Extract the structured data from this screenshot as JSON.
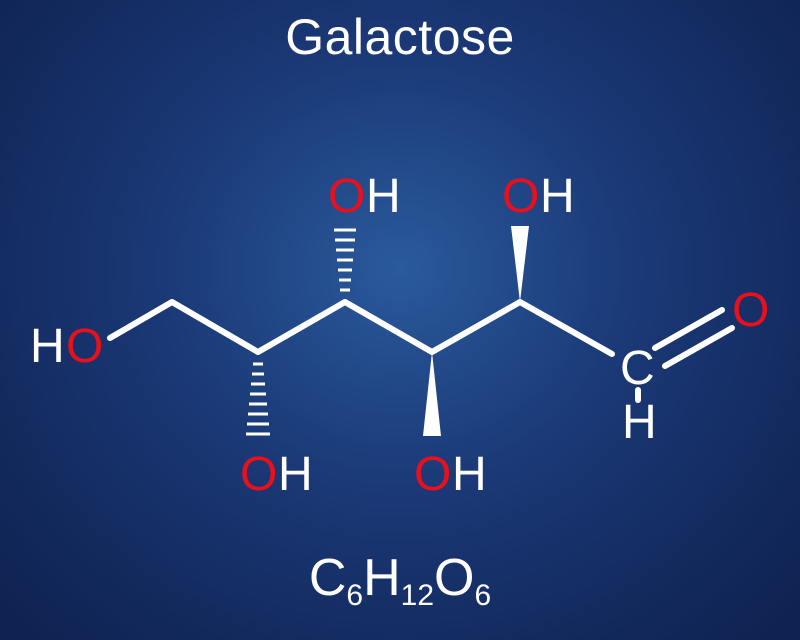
{
  "title": "Galactose",
  "colors": {
    "background": "#1b3a78",
    "bond": "#ffffff",
    "carbon_hydrogen_label": "#ffffff",
    "oxygen_label": "#e8101c"
  },
  "atoms": {
    "left_h": "H",
    "left_o": "O",
    "oh_top_1_o": "O",
    "oh_top_1_h": "H",
    "oh_top_2_o": "O",
    "oh_top_2_h": "H",
    "oh_bottom_1_o": "O",
    "oh_bottom_1_h": "H",
    "oh_bottom_2_o": "O",
    "oh_bottom_2_h": "H",
    "aldehyde_c": "C",
    "aldehyde_h": "H",
    "aldehyde_o": "O"
  },
  "formula": {
    "c": "C",
    "c_count": "6",
    "h": "H",
    "h_count": "12",
    "o": "O",
    "o_count": "6"
  }
}
